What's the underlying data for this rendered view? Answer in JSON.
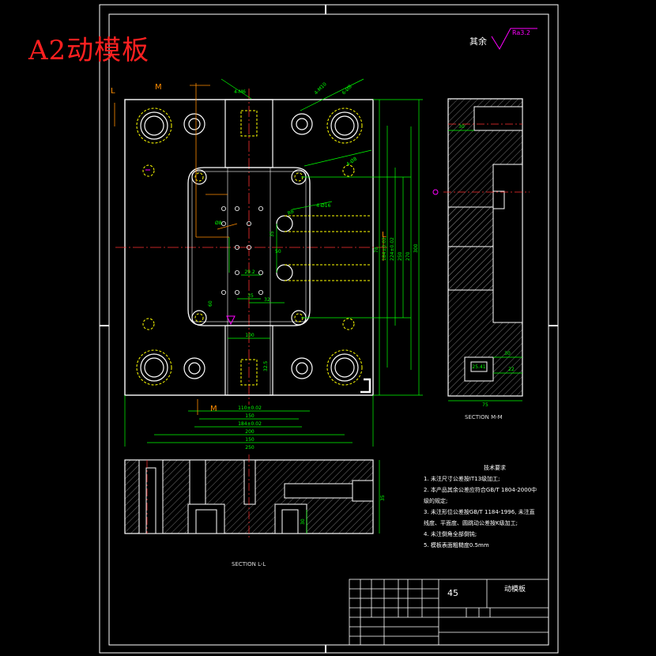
{
  "drawing": {
    "title": "A2动模板",
    "roughness_prefix": "其余",
    "roughness_value": "Ra3.2",
    "section_mm": "SECTION M-M",
    "section_ll": "SECTION L-L",
    "cut_labels": {
      "m": "M",
      "l": "L"
    },
    "material": "45",
    "part_name": "动模板",
    "tech_notes_title": "技术要求",
    "tech_notes": [
      "1. 未注尺寸公差按IT13级加工;",
      "2. 本产品其余公差应符合GB/T 1804-2000中",
      "   级的规定;",
      "3. 未注形位公差按GB/T 1184-1996, 未注直",
      "   线度、平面度、圆跳动公差按K级加工;",
      "4. 未注倒角全部倒钝;",
      "5. 模板表面粗糙度0.5mm"
    ],
    "dims_front": [
      "150",
      "200",
      "184±0.02",
      "150",
      "110±0.02",
      "100",
      "60",
      "35",
      "32",
      "29.2",
      "32.5",
      "250"
    ],
    "dims_right": [
      "30",
      "75",
      "20",
      "22",
      "30",
      "300",
      "270",
      "250",
      "224±0.02",
      "184±0.02",
      "78",
      "35",
      "50",
      "25.41"
    ],
    "dims_bottom": [
      "35",
      "30"
    ],
    "hole_labels": [
      "4-M6",
      "4-M10",
      "6-Ø8",
      "4-Ø8",
      "4-Ø16",
      "Ø8",
      "R8"
    ]
  },
  "colors": {
    "outline": "#ffffff",
    "dimension": "#00ff00",
    "centerline": "#ff3030",
    "hidden": "#ffff00",
    "roughness": "#ff00ff",
    "leader": "#ff8c00",
    "hatch": "#9a9a9a",
    "title": "#ff2020"
  }
}
